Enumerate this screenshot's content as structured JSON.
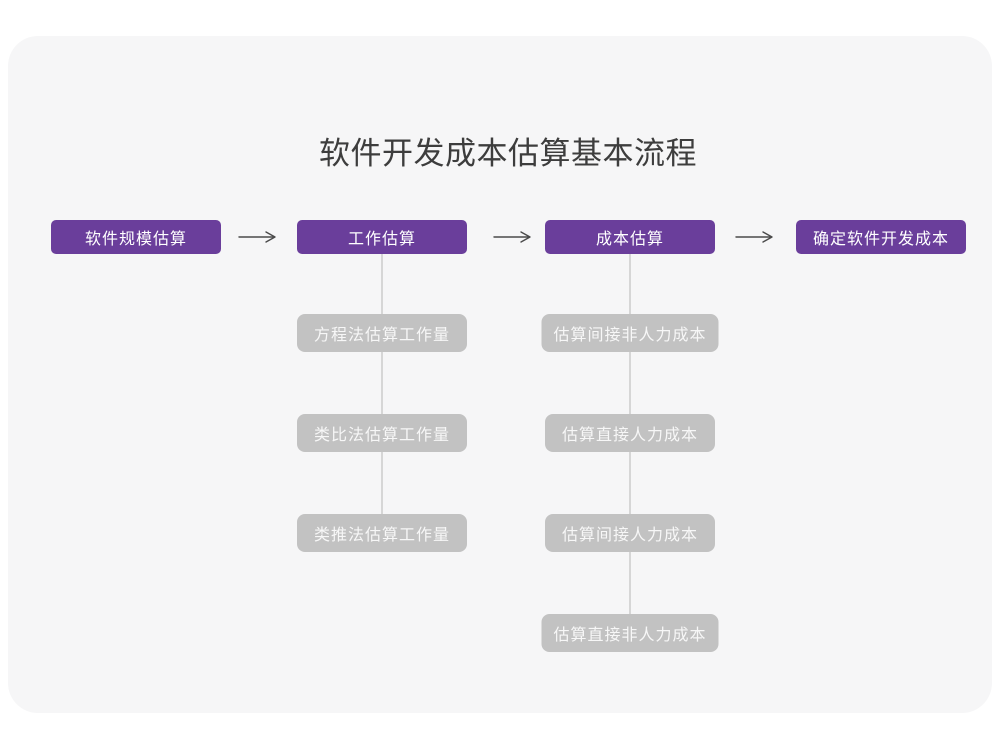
{
  "title": "软件开发成本估算基本流程",
  "flow": {
    "main_nodes": [
      {
        "label": "软件规模估算"
      },
      {
        "label": "工作估算"
      },
      {
        "label": "成本估算"
      },
      {
        "label": "确定软件开发成本"
      }
    ],
    "branches": [
      {
        "parent": "工作估算",
        "children": [
          {
            "label": "方程法估算工作量"
          },
          {
            "label": "类比法估算工作量"
          },
          {
            "label": "类推法估算工作量"
          }
        ]
      },
      {
        "parent": "成本估算",
        "children": [
          {
            "label": "估算间接非人力成本"
          },
          {
            "label": "估算直接人力成本"
          },
          {
            "label": "估算间接人力成本"
          },
          {
            "label": "估算直接非人力成本"
          }
        ]
      }
    ]
  },
  "colors": {
    "page_background": "#ffffff",
    "card_background": "#f6f6f7",
    "primary_node": "#6a3e9b",
    "primary_node_text": "#ffffff",
    "secondary_node": "#c2c2c2",
    "secondary_node_text": "#f7f7f7",
    "arrow": "#4a4a4a",
    "connector_line": "#d6d6d6",
    "title_text": "#3d3d3d"
  }
}
